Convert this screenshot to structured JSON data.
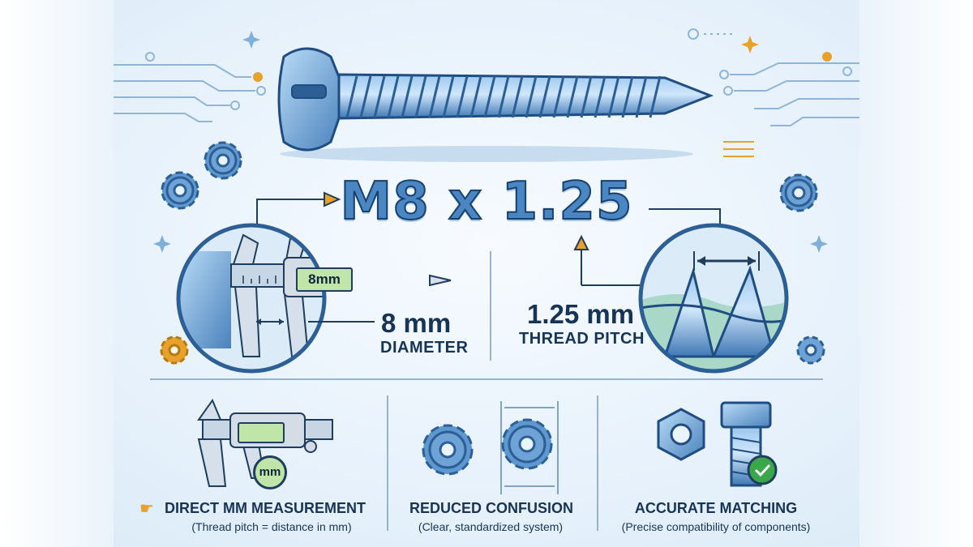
{
  "spec": {
    "label": "M8 x 1.25"
  },
  "diameter": {
    "value": "8 mm",
    "caption": "DIAMETER",
    "readout": "8mm"
  },
  "pitch": {
    "value": "1.25 mm",
    "caption": "THREAD PITCH"
  },
  "features": [
    {
      "icon": "pointing-hand-icon",
      "title": "DIRECT MM MEASUREMENT",
      "subtitle": "(Thread pitch = distance in mm)",
      "badge": "mm"
    },
    {
      "title": "REDUCED CONFUSION",
      "subtitle": "(Clear, standardized system)"
    },
    {
      "title": "ACCURATE MATCHING",
      "subtitle": "(Precise compatibility of components)"
    }
  ],
  "colors": {
    "accent_blue": "#4a86c2",
    "outline_navy": "#173f70",
    "lcd_green": "#bfe6a8",
    "check_green": "#3aa84a",
    "highlight_orange": "#e8a12a"
  }
}
